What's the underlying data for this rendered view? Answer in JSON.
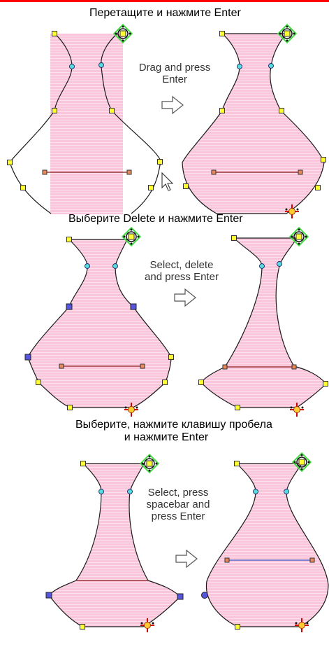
{
  "step1": {
    "title_ru": "Перетащите и нажмите Enter",
    "caption_line1": "Drag and press",
    "caption_line2": "Enter"
  },
  "step2": {
    "title_ru": "Выберите Delete  и нажмите Enter",
    "caption_line1": "Select, delete",
    "caption_line2": "and press Enter"
  },
  "step3": {
    "title_ru_line1": "Выберите, нажмите  клавишу пробела",
    "title_ru_line2": "и нажмите Enter",
    "caption_line1": "Select, press",
    "caption_line2": "spacebar and",
    "caption_line3": "press Enter"
  },
  "colors": {
    "accent_bar": "#ff0000",
    "fill": "#f9c6dc",
    "stitch": "#ffffff",
    "outline": "#1a1a1a",
    "node_yellow": "#ffff33",
    "node_cyan": "#55dede",
    "node_blue": "#5555dd",
    "node_orange": "#e88a5a",
    "select_ring": "#44dd44",
    "axis_line_red": "#8b1a1a",
    "axis_line_blue": "#3b5bcc"
  }
}
